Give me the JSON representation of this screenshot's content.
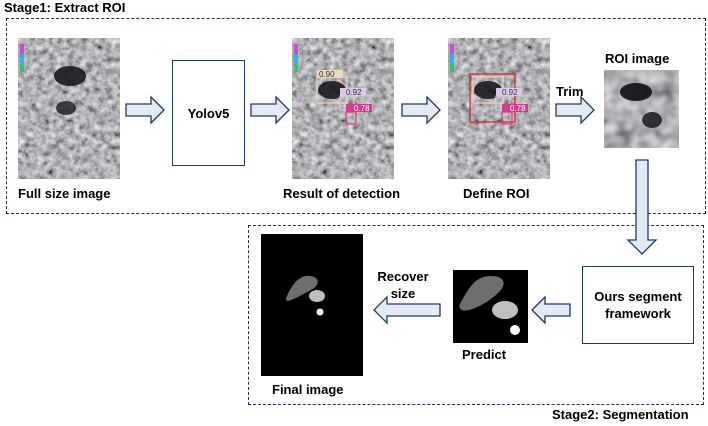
{
  "stage1": {
    "title": "Stage1: Extract ROI"
  },
  "stage2": {
    "title": "Stage2: Segmentation"
  },
  "nodes": {
    "full_size_label": "Full size image",
    "yolo_label": "Yolov5",
    "detection_label": "Result of detection",
    "define_roi_label": "Define ROI",
    "roi_image_label": "ROI image",
    "segment_framework_label": "Ours segment framework",
    "predict_label": "Predict",
    "final_image_label": "Final image"
  },
  "edges": {
    "trim_label": "Trim",
    "recover_size_label": "Recover size"
  },
  "detections": {
    "box1": "0.90",
    "box2": "0.92",
    "box3": "0.78"
  },
  "colors": {
    "border": "#1f3a5f",
    "arrow_fill": "#e4eaf4",
    "box1": "#e8d9bf",
    "box2": "#dcc8e6",
    "box3": "#d43c8c",
    "roi_box": "#d42a2a"
  }
}
